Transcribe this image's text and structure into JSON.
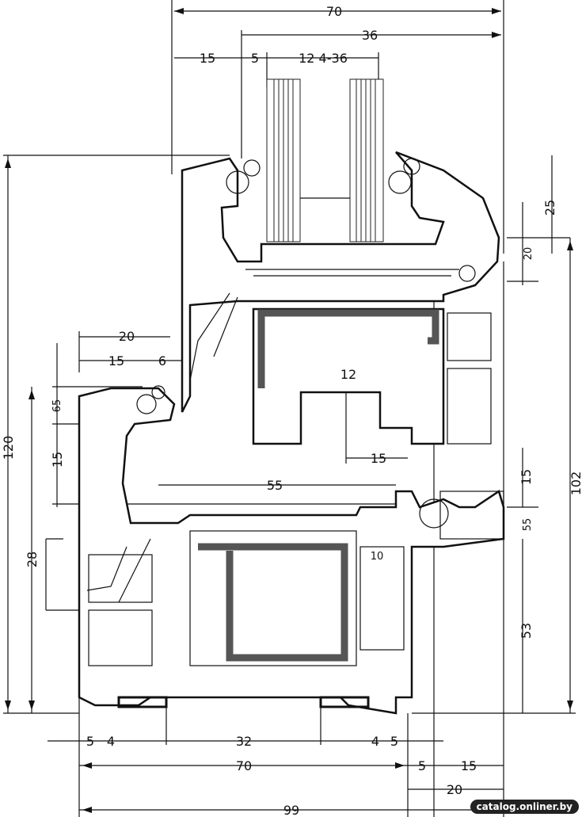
{
  "dimensions": {
    "top_overall": "70",
    "top_glass_zone": "36",
    "top_15": "15",
    "top_5": "5",
    "top_12_36": "12  4-36",
    "left_20": "20",
    "left_15": "15",
    "left_6": "6",
    "left_height": "120",
    "left_65": "65",
    "left_15b": "15",
    "left_28": "28",
    "mid_55": "55",
    "mid_12": "12",
    "mid_15": "15",
    "right_25": "25",
    "right_20": "20",
    "right_102": "102",
    "right_15": "15",
    "right_55": "55",
    "right_53": "53",
    "right_10": "10",
    "bottom_5": "5",
    "bottom_4": "4",
    "bottom_32": "32",
    "bottom_4b": "4",
    "bottom_5b": "5",
    "bottom_70": "70",
    "bottom_5c": "5",
    "bottom_15": "15",
    "bottom_20": "20",
    "bottom_99": "99"
  },
  "watermark": "catalog.onliner.by"
}
